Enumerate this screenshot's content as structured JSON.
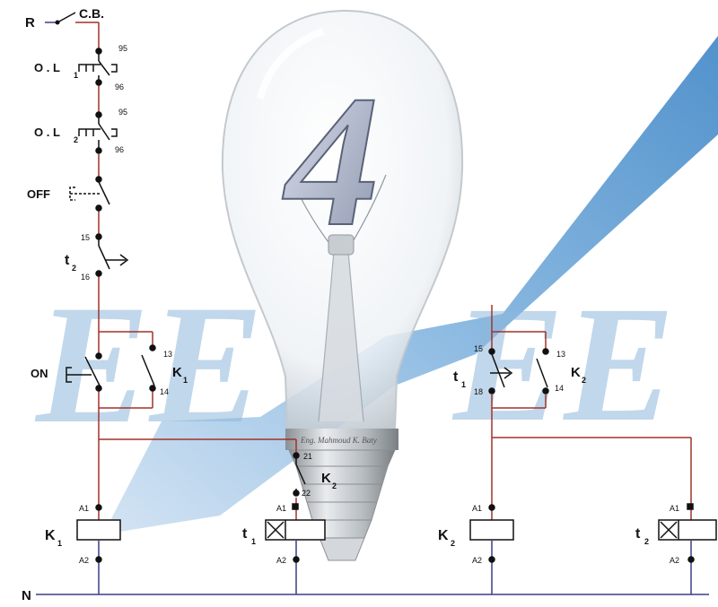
{
  "supply": {
    "phase": "R",
    "neutral": "N",
    "breaker": "C.B."
  },
  "protection": {
    "ol1": {
      "label_main": "O . L",
      "label_sub": "1",
      "term_top": "95",
      "term_bottom": "96"
    },
    "ol2": {
      "label_main": "O . L",
      "label_sub": "2",
      "term_top": "95",
      "term_bottom": "96"
    },
    "off": "OFF"
  },
  "timer_contact_t2": {
    "label_main": "t",
    "label_sub": "2",
    "term_top": "15",
    "term_bottom": "16"
  },
  "start_branch": {
    "on": "ON",
    "aux_main": "K",
    "aux_sub": "1",
    "aux_top": "13",
    "aux_bottom": "14"
  },
  "interlock": {
    "label_main": "K",
    "label_sub": "2",
    "term_top": "21",
    "term_bottom": "22"
  },
  "right_branch": {
    "timer_main": "t",
    "timer_sub": "1",
    "t_top": "15",
    "t_bottom": "18",
    "aux_main": "K",
    "aux_sub": "2",
    "aux_top": "13",
    "aux_bottom": "14"
  },
  "coils": {
    "k1": {
      "main": "K",
      "sub": "1",
      "a1": "A1",
      "a2": "A2"
    },
    "t1": {
      "main": "t",
      "sub": "1",
      "a1": "A1",
      "a2": "A2"
    },
    "k2": {
      "main": "K",
      "sub": "2",
      "a1": "A1",
      "a2": "A2"
    },
    "t2": {
      "main": "t",
      "sub": "2",
      "a1": "A1",
      "a2": "A2"
    }
  },
  "watermark": {
    "logo_letters": "EE",
    "bulb_number": "4",
    "bulb_caption": "Eng. Mahmoud K. Baty"
  },
  "colors": {
    "wire_red": "#a0322a",
    "wire_blue": "#3a3f86",
    "bolt": "#6aa4d6"
  }
}
